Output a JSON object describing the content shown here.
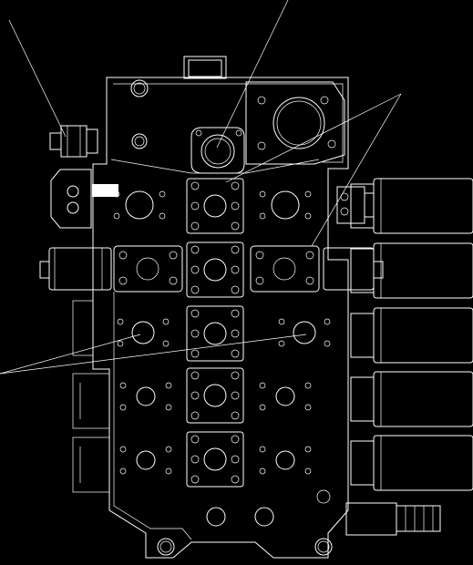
{
  "drawing": {
    "background_color": "#000000",
    "line_color": "#ffffff",
    "callout_label_text": "",
    "leaders": 4,
    "solenoid_coils_right": 5,
    "port_plates_center": 5
  }
}
